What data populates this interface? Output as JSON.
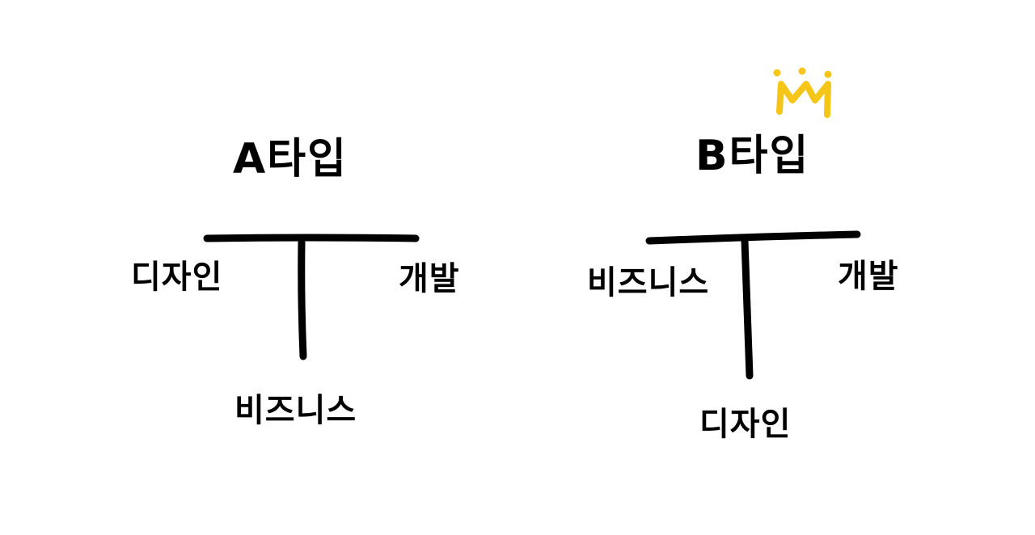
{
  "colors": {
    "ink": "#000000",
    "crown": "#F5C518",
    "background": "#FFFFFF"
  },
  "diagrams": [
    {
      "title": "A타입",
      "left": "디자인",
      "right": "개발",
      "bottom": "비즈니스"
    },
    {
      "title": "B타입",
      "left": "비즈니스",
      "right": "개발",
      "bottom": "디자인",
      "icon": "crown-icon"
    }
  ]
}
